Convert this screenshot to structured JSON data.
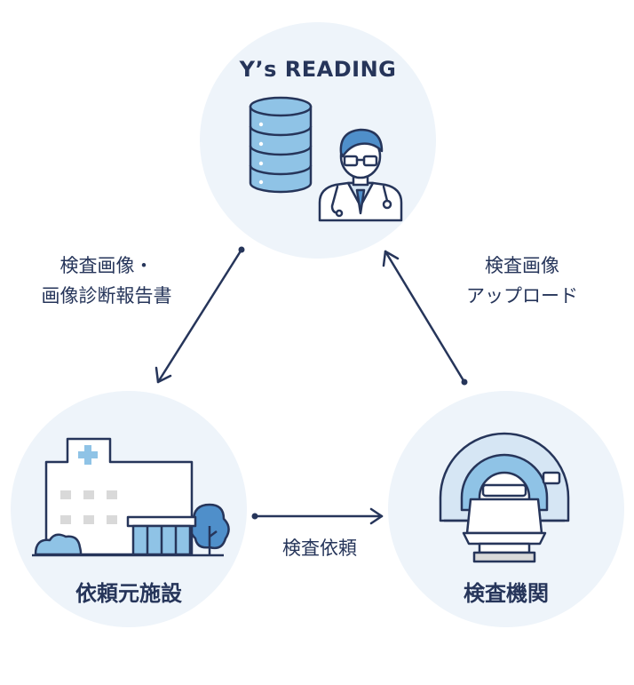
{
  "nodes": {
    "top": {
      "title": "Y’s READING"
    },
    "left": {
      "title": "依頼元施設"
    },
    "right": {
      "title": "検査機関"
    }
  },
  "edges": {
    "left": {
      "line1": "検査画像・",
      "line2": "画像診断報告書"
    },
    "right": {
      "line1": "検査画像",
      "line2": "アップロード"
    },
    "bottom": {
      "label": "検査依頼"
    }
  },
  "colors": {
    "navy": "#26355a",
    "circle_bg": "#eef4fa",
    "light_blue": "#8fc3e6",
    "mid_blue": "#4f8fca",
    "pale_blue": "#d6e6f4",
    "gray": "#d9d9d9",
    "white": "#ffffff"
  },
  "icons": [
    "database-icon",
    "doctor-icon",
    "hospital-icon",
    "mri-scanner-icon"
  ]
}
